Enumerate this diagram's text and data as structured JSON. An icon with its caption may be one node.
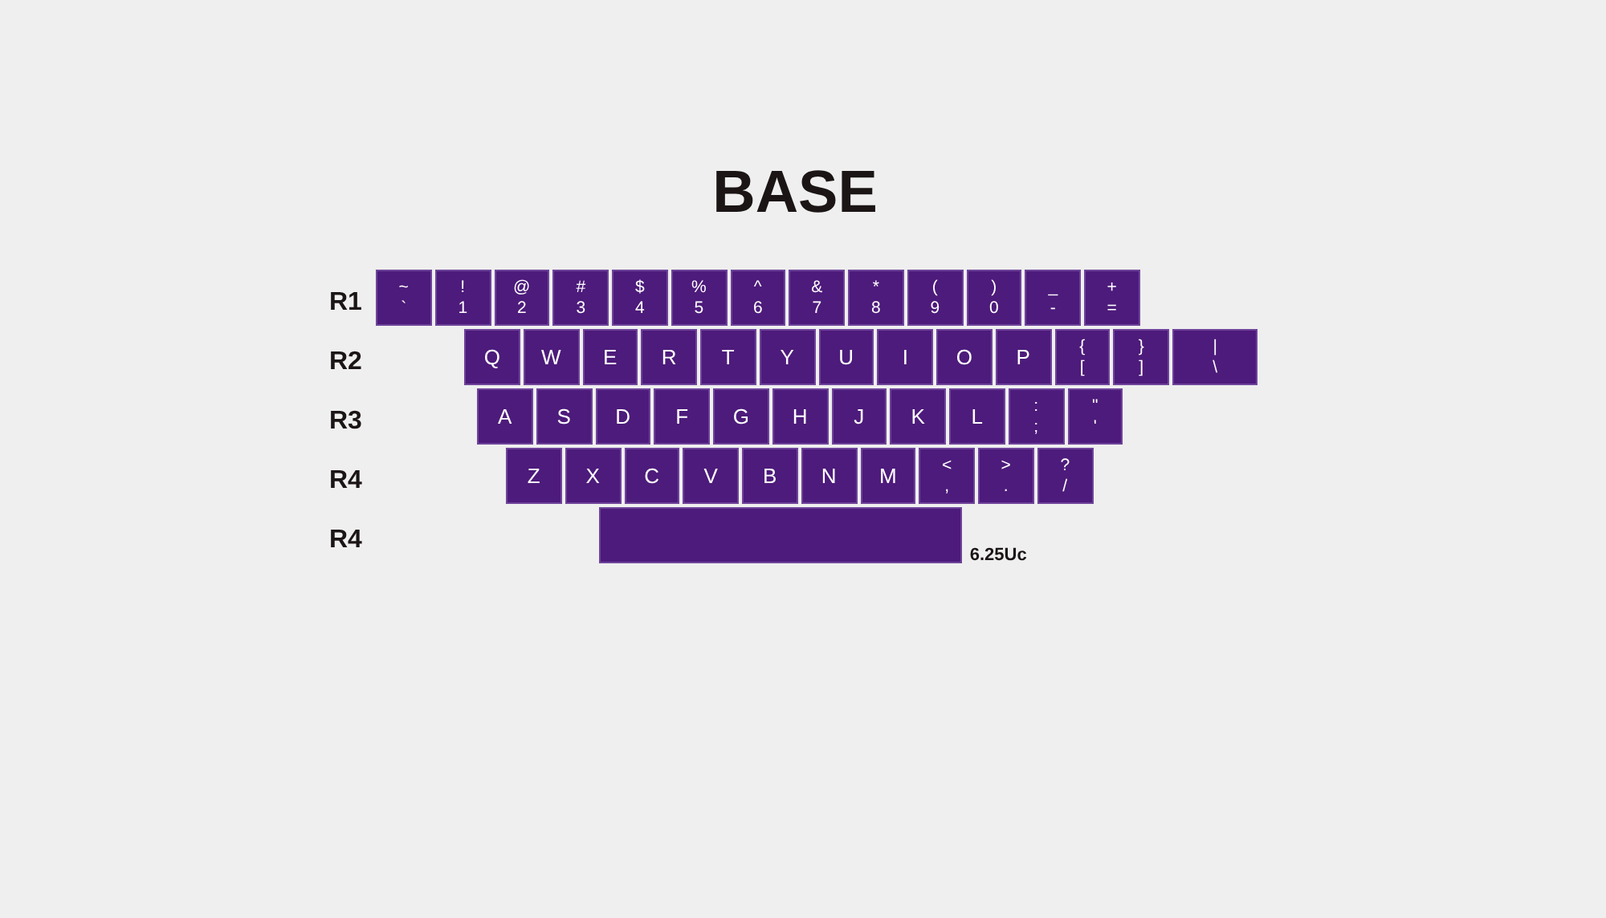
{
  "diagram": {
    "title": "BASE",
    "nodes": [
      {
        "text": [
          "~",
          "`"
        ]
      },
      {
        "text": [
          "!",
          "1"
        ]
      },
      {
        "text": [
          "@",
          "2"
        ]
      },
      {
        "text": [
          "#",
          "3"
        ]
      },
      {
        "text": [
          "$",
          "4"
        ]
      },
      {
        "text": [
          "%",
          "5"
        ]
      },
      {
        "text": [
          "^",
          "6"
        ]
      },
      {
        "text": [
          "&",
          "7"
        ]
      },
      {
        "text": [
          "*",
          "8"
        ]
      },
      {
        "text": [
          "(",
          "9"
        ]
      },
      {
        "text": [
          ")",
          "0"
        ]
      },
      {
        "text": [
          "_",
          "-"
        ]
      },
      {
        "text": [
          "+",
          "="
        ]
      },
      {
        "text": [
          "Q"
        ]
      },
      {
        "text": [
          "W"
        ]
      },
      {
        "text": [
          "E"
        ]
      },
      {
        "text": [
          "R"
        ]
      },
      {
        "text": [
          "T"
        ]
      },
      {
        "text": [
          "Y"
        ]
      },
      {
        "text": [
          "U"
        ]
      },
      {
        "text": [
          "I"
        ]
      },
      {
        "text": [
          "O"
        ]
      },
      {
        "text": [
          "P"
        ]
      },
      {
        "text": [
          "{",
          "["
        ]
      },
      {
        "text": [
          "}",
          "]"
        ]
      },
      {
        "text": [
          "|",
          "\\"
        ]
      },
      {
        "text": [
          "A"
        ]
      },
      {
        "text": [
          "S"
        ]
      },
      {
        "text": [
          "D"
        ]
      },
      {
        "text": [
          "F"
        ]
      },
      {
        "text": [
          "G"
        ]
      },
      {
        "text": [
          "H"
        ]
      },
      {
        "text": [
          "J"
        ]
      },
      {
        "text": [
          "K"
        ]
      },
      {
        "text": [
          "L"
        ]
      },
      {
        "text": [
          ":",
          ";"
        ]
      },
      {
        "text": [
          "\"",
          "'"
        ]
      },
      {
        "text": [
          "Z"
        ]
      },
      {
        "text": [
          "X"
        ]
      },
      {
        "text": [
          "C"
        ]
      },
      {
        "text": [
          "V"
        ]
      },
      {
        "text": [
          "B"
        ]
      },
      {
        "text": [
          "N"
        ]
      },
      {
        "text": [
          "M"
        ]
      },
      {
        "text": [
          "<",
          ","
        ]
      },
      {
        "text": [
          ">",
          "."
        ]
      },
      {
        "text": [
          "?",
          "/"
        ]
      },
      {
        "text": [],
        "shape": "box",
        "beside": [
          "6.25Uc"
        ]
      }
    ],
    "labels": [
      "R1",
      "R2",
      "R3",
      "R4",
      "R4"
    ]
  }
}
